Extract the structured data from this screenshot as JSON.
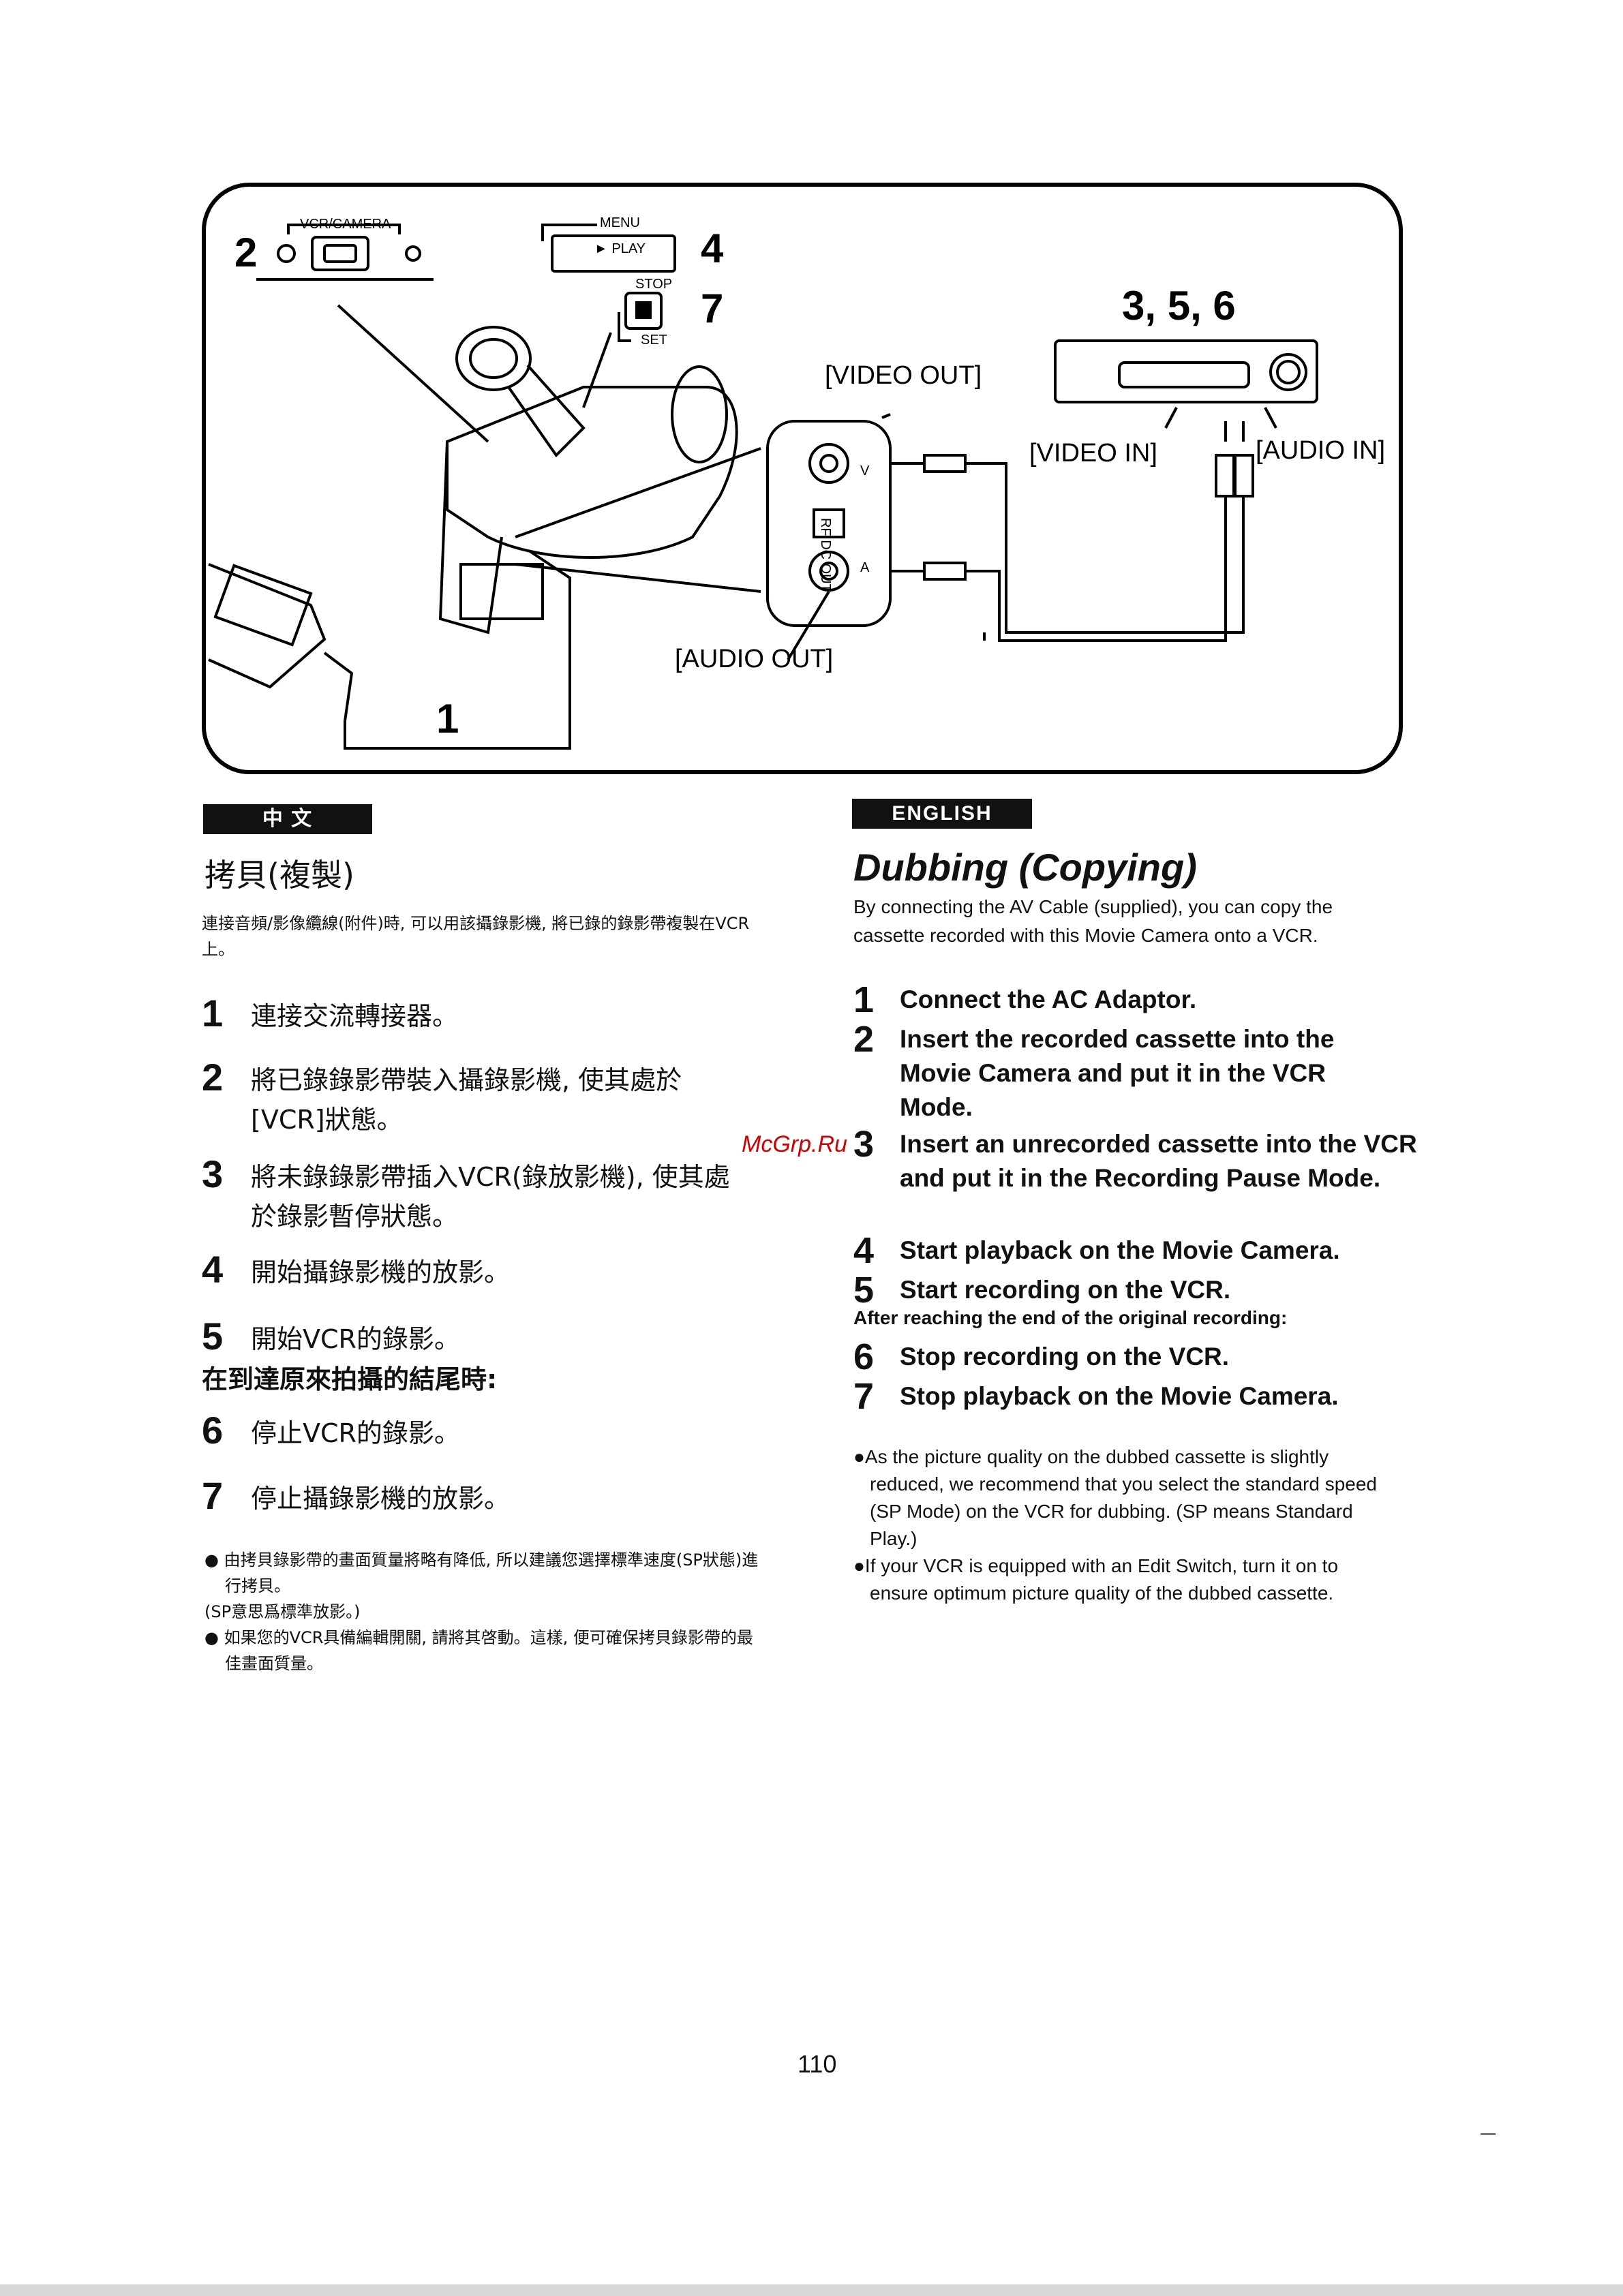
{
  "diagram": {
    "step_2": "2",
    "vcr_camera": "VCR/CAMERA",
    "menu": "MENU",
    "play": "► PLAY",
    "step_4": "4",
    "stop": "STOP",
    "set": "SET",
    "step_7": "7",
    "step_356": "3, 5, 6",
    "video_out": "[VIDEO OUT]",
    "video_in": "[VIDEO IN]",
    "audio_in": "[AUDIO IN]",
    "audio_out": "[AUDIO OUT]",
    "step_1": "1",
    "jack_v": "V",
    "jack_a": "A",
    "rf_dc_out": "RF DC OUT"
  },
  "chinese": {
    "tag": "中 文",
    "title": "拷貝(複製)",
    "intro": "連接音頻/影像纜線(附件)時, 可以用該攝錄影機, 將已錄的錄影帶複製在VCR上。",
    "steps": [
      {
        "num": "1",
        "text": "連接交流轉接器。"
      },
      {
        "num": "2",
        "text": "將已錄錄影帶裝入攝錄影機, 使其處於[VCR]狀態。"
      },
      {
        "num": "3",
        "text": "將未錄錄影帶插入VCR(錄放影機), 使其處於錄影暫停狀態。"
      },
      {
        "num": "4",
        "text": "開始攝錄影機的放影。"
      },
      {
        "num": "5",
        "text": "開始VCR的錄影。"
      },
      {
        "num": "6",
        "text": "停止VCR的錄影。"
      },
      {
        "num": "7",
        "text": "停止攝錄影機的放影。"
      }
    ],
    "sub": "在到達原來拍攝的結尾時:",
    "notes": [
      "● 由拷貝錄影帶的畫面質量將略有降低, 所以建議您選擇標準速度(SP狀態)進行拷貝。",
      "(SP意思爲標準放影。)",
      "● 如果您的VCR具備編輯開關, 請將其啓動。這樣, 便可確保拷貝錄影帶的最佳畫面質量。"
    ]
  },
  "english": {
    "tag": "ENGLISH",
    "title": "Dubbing (Copying)",
    "intro": "By connecting the AV Cable (supplied), you can copy the cassette recorded with this Movie Camera onto a VCR.",
    "steps": [
      {
        "num": "1",
        "text": "Connect the AC Adaptor."
      },
      {
        "num": "2",
        "text": "Insert the recorded cassette into the Movie Camera and put it in the VCR Mode."
      },
      {
        "num": "3",
        "text": "Insert an unrecorded cassette into the VCR and put it in the Recording Pause Mode."
      },
      {
        "num": "4",
        "text": "Start playback on the Movie Camera."
      },
      {
        "num": "5",
        "text": "Start recording on the VCR."
      },
      {
        "num": "6",
        "text": "Stop recording on the VCR."
      },
      {
        "num": "7",
        "text": "Stop playback on the Movie Camera."
      }
    ],
    "sub": "After reaching the end of the original recording:",
    "notes": [
      "●As the picture quality on the dubbed cassette is slightly reduced, we recommend that you select the standard speed (SP Mode) on the VCR for dubbing. (SP means Standard Play.)",
      "●If your VCR is equipped with an Edit Switch, turn it on to ensure optimum picture quality of the dubbed cassette."
    ]
  },
  "watermark": "McGrp.Ru",
  "page_number": "110"
}
